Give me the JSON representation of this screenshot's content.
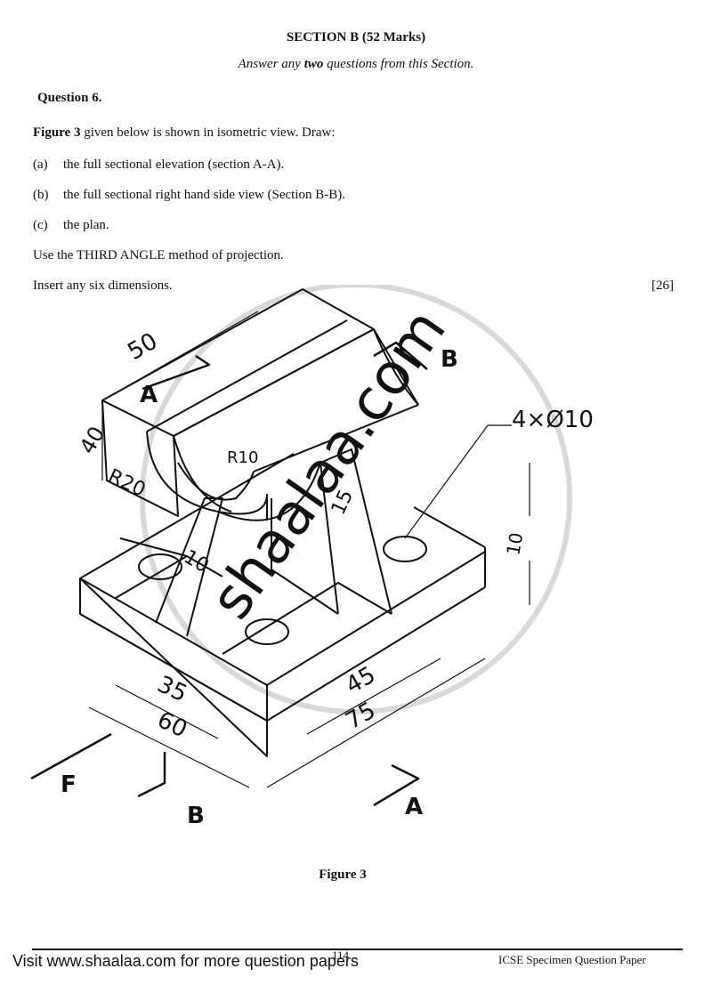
{
  "header": {
    "section_title": "SECTION B (52 Marks)",
    "instruction_prefix": "Answer any ",
    "instruction_bold": "two",
    "instruction_suffix": " questions from this Section."
  },
  "question": {
    "title": "Question 6.",
    "intro_bold": "Figure 3",
    "intro_rest": " given below is shown in isometric view. Draw:",
    "parts": [
      {
        "label": "(a)",
        "text": "the full sectional elevation (section A-A)."
      },
      {
        "label": "(b)",
        "text": "the full sectional right hand side view (Section B-B)."
      },
      {
        "label": "(c)",
        "text": "the plan."
      }
    ],
    "method": "Use the THIRD ANGLE method of projection.",
    "dimensions_note": "Insert any six dimensions.",
    "marks": "[26]"
  },
  "figure": {
    "caption": "Figure 3",
    "labels": {
      "dim_50": "50",
      "dim_40": "40",
      "dim_r20": "R20",
      "dim_r10": "R10",
      "dim_15": "15",
      "dim_10_rib": "10",
      "dim_10_base": "10",
      "dim_35": "35",
      "dim_60": "60",
      "dim_45": "45",
      "dim_75": "75",
      "holes": "4×Ø10",
      "section_a_top": "A",
      "section_a_bottom": "A",
      "section_b_top": "B",
      "section_b_bottom": "B",
      "view_front": "F"
    }
  },
  "watermark": {
    "text": "shaalaa.com"
  },
  "footer": {
    "left": "Visit www.shaalaa.com for more question papers",
    "page": "114",
    "right": "ICSE Specimen Question Paper"
  }
}
